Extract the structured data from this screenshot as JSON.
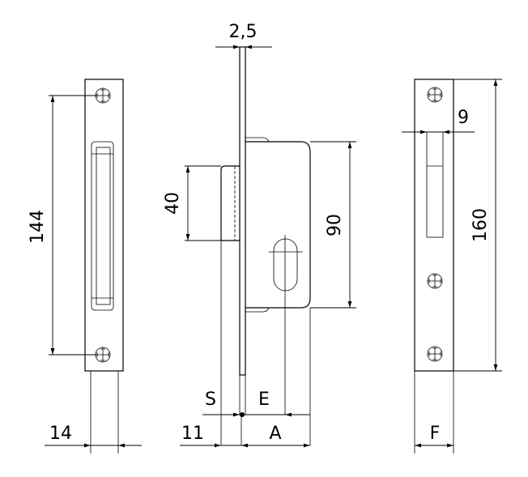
{
  "dimensions": {
    "left_height": "144",
    "left_width": "14",
    "faceplate_thickness": "2,5",
    "bolt_height": "40",
    "case_height": "90",
    "backset_s": "S",
    "backset_e": "E",
    "bolt_projection": "11",
    "backset_a": "A",
    "strike_slot": "9",
    "strike_height": "160",
    "strike_width": "F"
  },
  "colors": {
    "line": "#000000",
    "background": "#ffffff"
  }
}
